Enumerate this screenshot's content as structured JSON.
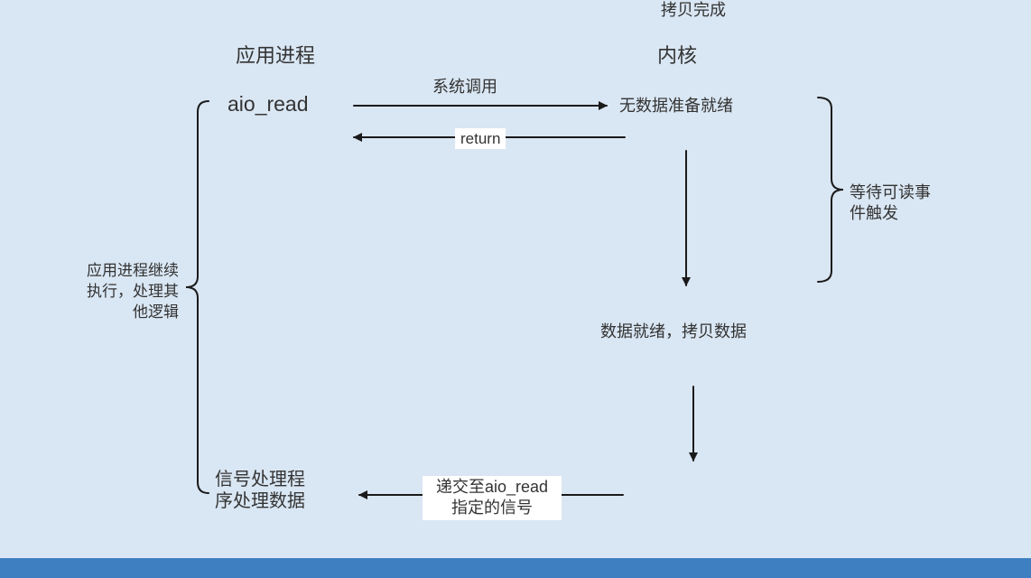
{
  "colors": {
    "background": "#d9e6f3",
    "bottom_bar": "#3d7fc1",
    "text": "#333333",
    "arrow": "#1a1a1a",
    "edge_label_background": "#ffffff"
  },
  "columns": {
    "app_title": "应用进程",
    "kernel_title": "内核"
  },
  "nodes": {
    "aio_read": "aio_read",
    "no_data_ready": "无数据准备就绪",
    "data_ready": "数据就绪，拷贝数据",
    "copy_done": "拷贝完成",
    "signal_handler": "信号处理程\n序处理数据"
  },
  "edges": {
    "syscall": "系统调用",
    "return_label": "return",
    "signal_delivery": "递交至aio_read\n指定的信号"
  },
  "annotations": {
    "wait_readable": "等待可读事\n件触发",
    "app_continues": "应用进程继续\n执行，处理其\n他逻辑"
  }
}
